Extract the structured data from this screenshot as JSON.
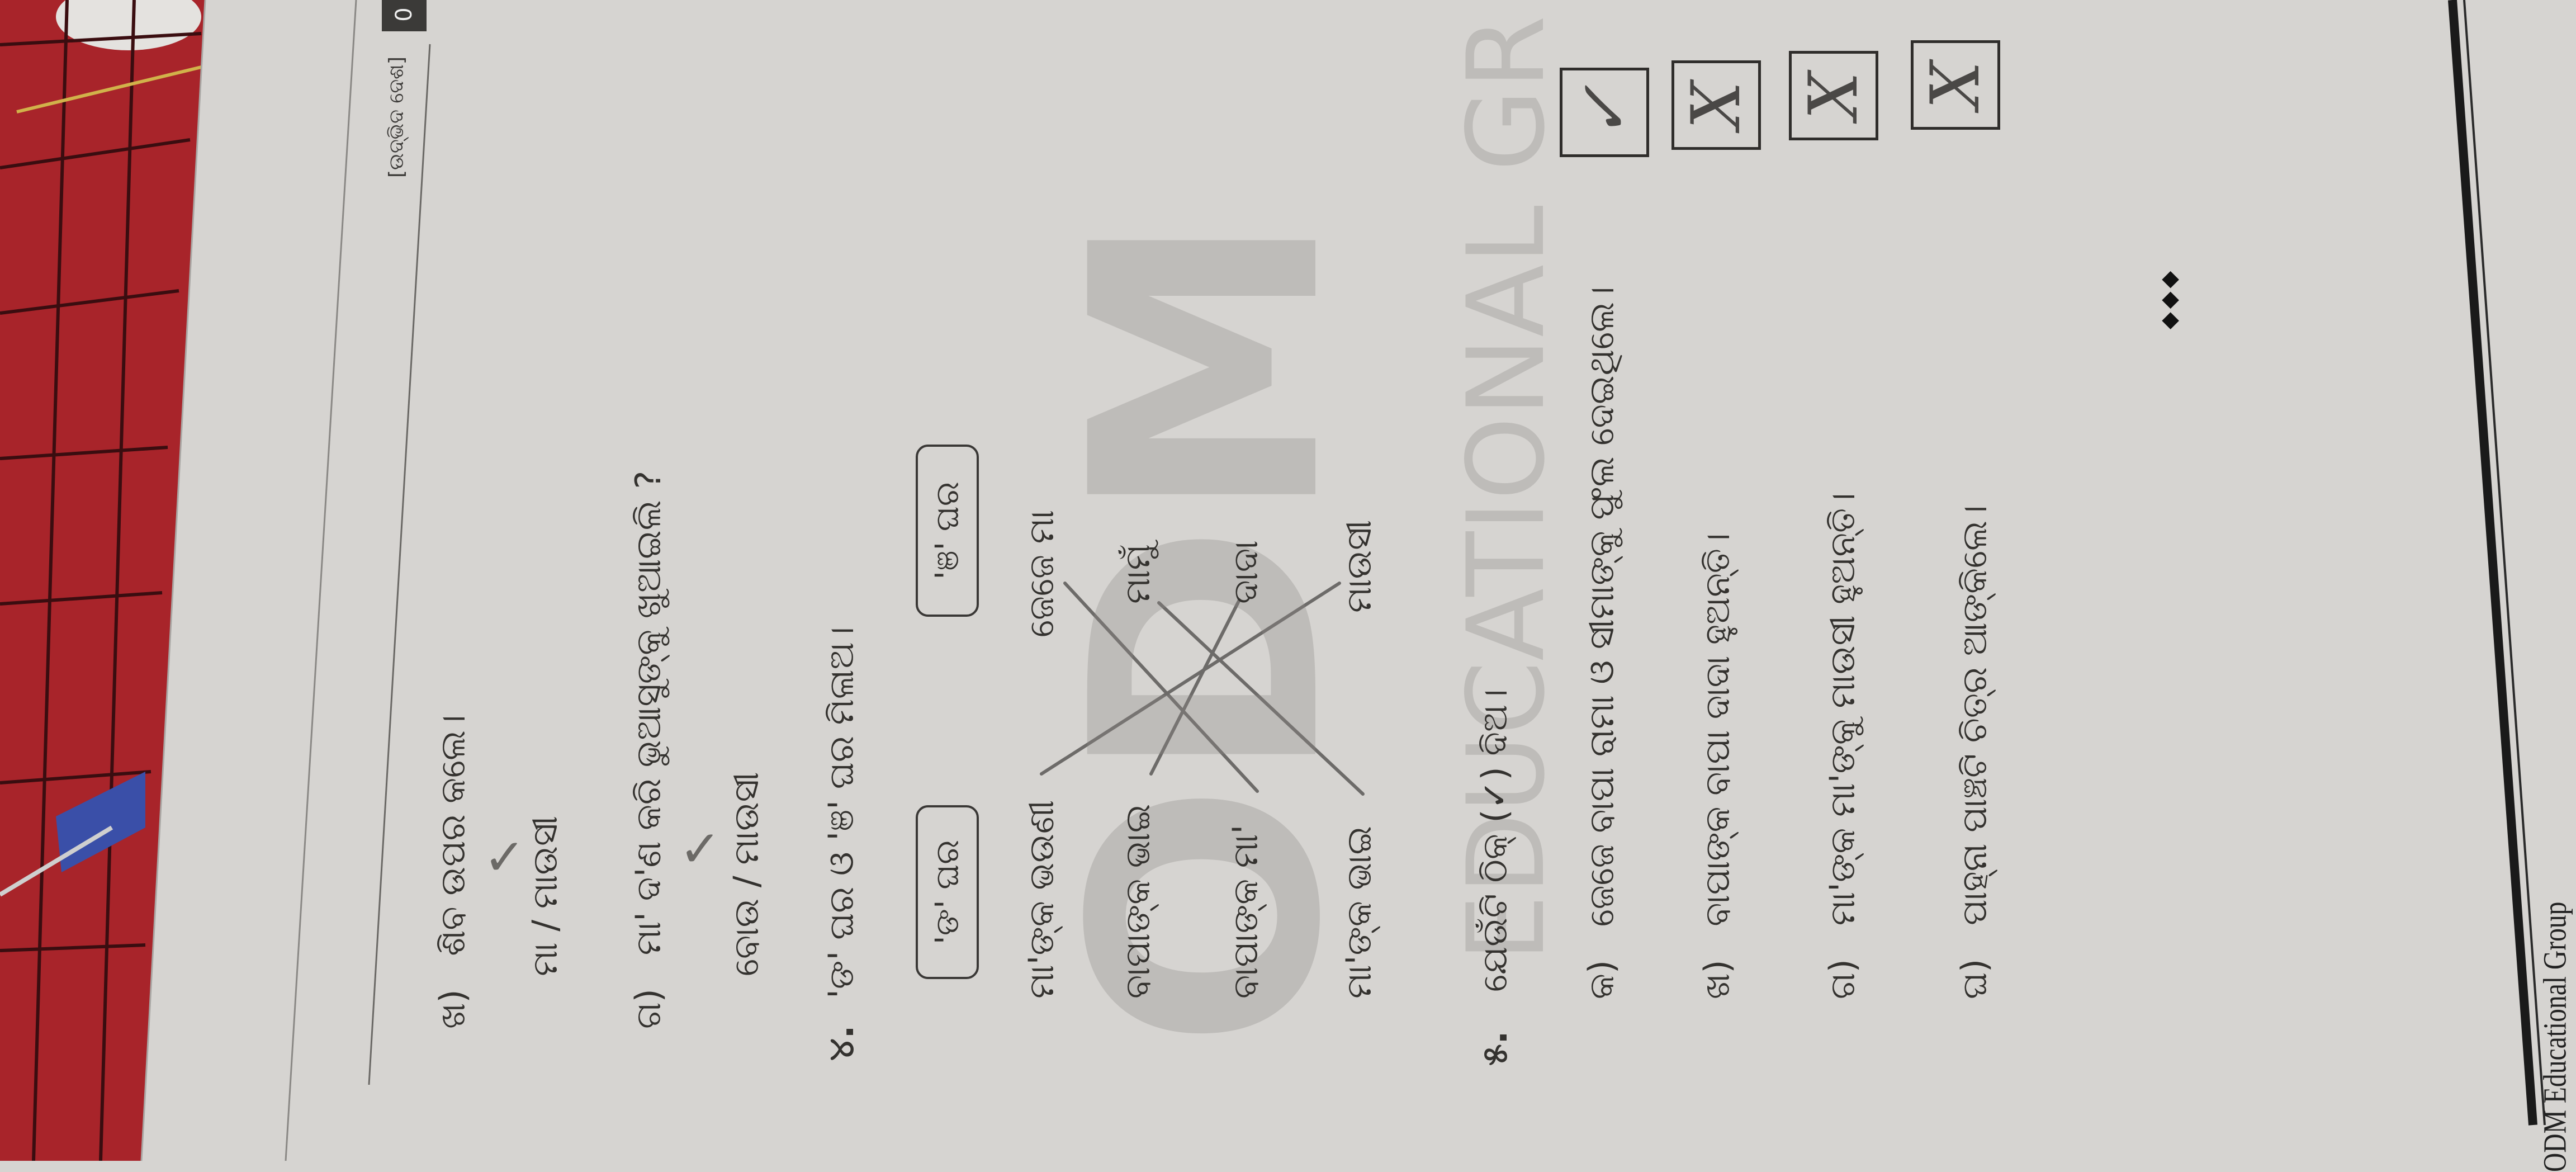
{
  "page": {
    "header_label": "[ଉଦ୍ଭିଦ ଦେଶ]",
    "page_tab": "0",
    "ornament": "◆◆◆",
    "footer": "ODM Educational Group"
  },
  "watermark": {
    "logo": "ODM",
    "text": "EDUCATIONAL GR"
  },
  "q3": {
    "items": [
      {
        "label": "ଖ)",
        "text": "ଶିବ ଉପର କଲେ।",
        "answer": "ମା / ମାଉସୀ",
        "tick": "✓"
      },
      {
        "label": "ଗ)",
        "text": "ମା' ଦ'ଣ କରି ଭୁଆସୁଙ୍କୁ ଖୁଆଇଲି ?",
        "answer": "ବୋଉ / ମାଉସୀ",
        "tick": "✓"
      }
    ]
  },
  "q4": {
    "number": "୪.",
    "title": "'ଙ' ଘର ଓ 'ଞ' ଘର ମିଳାଅ।",
    "boxes": [
      "'ଙ' ଘର",
      "'ଞ' ଘର"
    ],
    "left": [
      "ମା'ଙ୍କ ଭଉଣୀ",
      "ବାପାଙ୍କ ଭାଇ",
      "ବାପାଙ୍କ ମା'",
      "ମା'ଙ୍କ ଭାଇ"
    ],
    "right": [
      "ଜେଜେ ମା",
      "ମାମୁଁ",
      "ଦାଦା",
      "ମାଉସୀ"
    ]
  },
  "q5": {
    "number": "୫.",
    "title": "ଯେଉଁଟି ଠିକ୍ (✓) ଦିଅ।",
    "items": [
      {
        "label": "କ)",
        "text": "ଜେଜେ ବାପା ରାମା ଓ ସୀମାଙ୍କୁ ଫୁଲ ଦେଇଥିଲେ।",
        "mark": "✓"
      },
      {
        "label": "ଖ)",
        "text": "ବାପାଙ୍କ ବାପା ଦାଦା ହୁଅନ୍ତି।",
        "mark": "X"
      },
      {
        "label": "ଗ)",
        "text": "ମା'ଙ୍କ ମା'ଙ୍କୁ ମାଉସୀ ହୁଅନ୍ତି।",
        "mark": "X"
      },
      {
        "label": "ଘ)",
        "text": "ପାହ୍ନା ପାଞ୍ଚଟି ଚିତ୍ର ଆଙ୍କିଲେ।",
        "mark": "X"
      }
    ]
  }
}
